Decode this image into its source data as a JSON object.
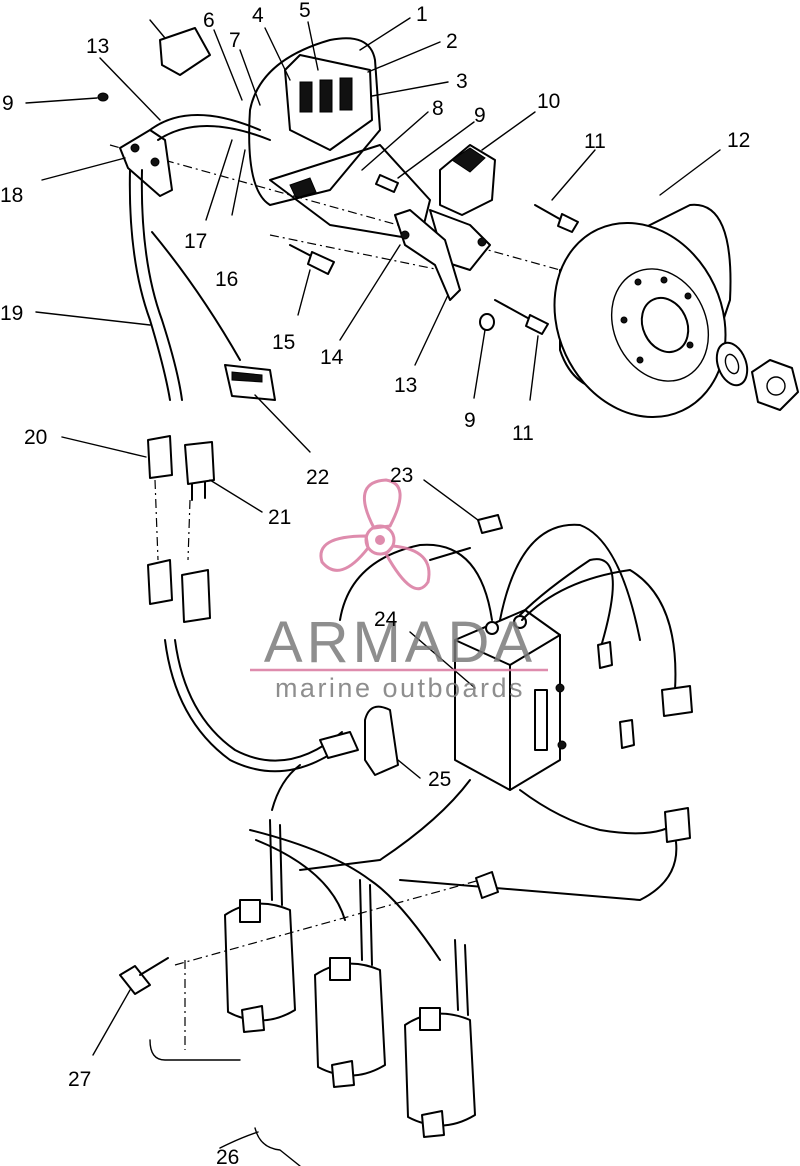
{
  "callouts": [
    {
      "id": "c1",
      "text": "1"
    },
    {
      "id": "c2",
      "text": "2"
    },
    {
      "id": "c3",
      "text": "3"
    },
    {
      "id": "c4",
      "text": "4"
    },
    {
      "id": "c5",
      "text": "5"
    },
    {
      "id": "c6",
      "text": "6"
    },
    {
      "id": "c7",
      "text": "7"
    },
    {
      "id": "c8",
      "text": "8"
    },
    {
      "id": "c9a",
      "text": "9"
    },
    {
      "id": "c9b",
      "text": "9"
    },
    {
      "id": "c9c",
      "text": "9"
    },
    {
      "id": "c10",
      "text": "10"
    },
    {
      "id": "c11a",
      "text": "11"
    },
    {
      "id": "c11b",
      "text": "11"
    },
    {
      "id": "c12",
      "text": "12"
    },
    {
      "id": "c13a",
      "text": "13"
    },
    {
      "id": "c13b",
      "text": "13"
    },
    {
      "id": "c14",
      "text": "14"
    },
    {
      "id": "c15",
      "text": "15"
    },
    {
      "id": "c16",
      "text": "16"
    },
    {
      "id": "c17",
      "text": "17"
    },
    {
      "id": "c18",
      "text": "18"
    },
    {
      "id": "c19",
      "text": "19"
    },
    {
      "id": "c20",
      "text": "20"
    },
    {
      "id": "c21",
      "text": "21"
    },
    {
      "id": "c22",
      "text": "22"
    },
    {
      "id": "c23",
      "text": "23"
    },
    {
      "id": "c24",
      "text": "24"
    },
    {
      "id": "c25",
      "text": "25"
    },
    {
      "id": "c26",
      "text": "26"
    },
    {
      "id": "c27",
      "text": "27"
    }
  ],
  "watermark": {
    "brand": "ARMADA",
    "tagline": "marine outboards",
    "accent_color": "#d9789f",
    "text_color": "#7b7b7b"
  }
}
